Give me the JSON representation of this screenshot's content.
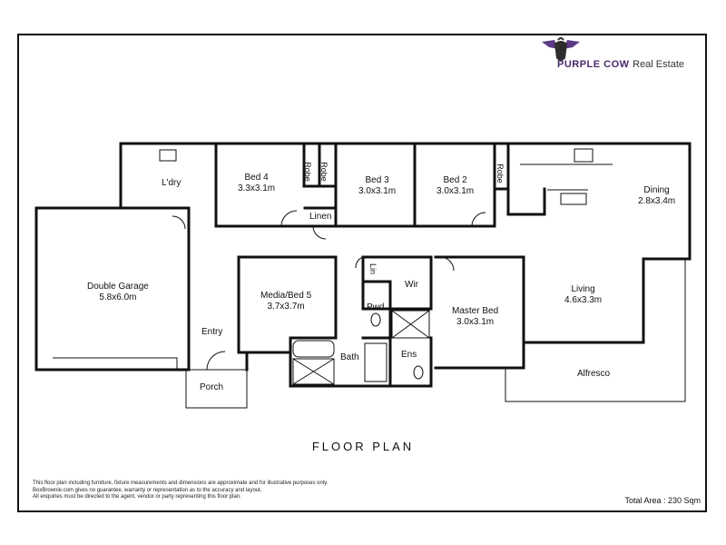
{
  "brand": {
    "name": "PURPLE COW",
    "suffix": "Real Estate",
    "colors": {
      "purple": "#5b3a85",
      "dark": "#2d2d2d"
    }
  },
  "plan_title": "FLOOR PLAN",
  "rooms": {
    "laundry": "L'dry",
    "bed4": {
      "name": "Bed 4",
      "size": "3.3x3.1m"
    },
    "robe1": "Robe",
    "robe2": "Robe",
    "bed3": {
      "name": "Bed 3",
      "size": "3.0x3.1m"
    },
    "bed2": {
      "name": "Bed 2",
      "size": "3.0x3.1m"
    },
    "robe3": "Robe",
    "dining": {
      "name": "Dining",
      "size": "2.8x3.4m"
    },
    "linen": "Linen",
    "garage": {
      "name": "Double Garage",
      "size": "5.8x6.0m"
    },
    "media": {
      "name": "Media/Bed 5",
      "size": "3.7x3.7m"
    },
    "lin": "Lin",
    "wir": "Wir",
    "pwd": "Pwd",
    "master": {
      "name": "Master Bed",
      "size": "3.0x3.1m"
    },
    "living": {
      "name": "Living",
      "size": "4.6x3.3m"
    },
    "entry": "Entry",
    "bath": "Bath",
    "ens": "Ens",
    "porch": "Porch",
    "alfresco": "Alfresco"
  },
  "disclaimer": [
    "This floor plan including furniture, fixture measurements and dimensions are approximate and for illustrative purposes only.",
    "BoxBrownie.com gives no guarantee, warranty or representation as to the accuracy and layout.",
    "All enquiries must be directed to the agent, vendor or party representing this floor plan."
  ],
  "total_area": "Total Area : 230 Sqm"
}
